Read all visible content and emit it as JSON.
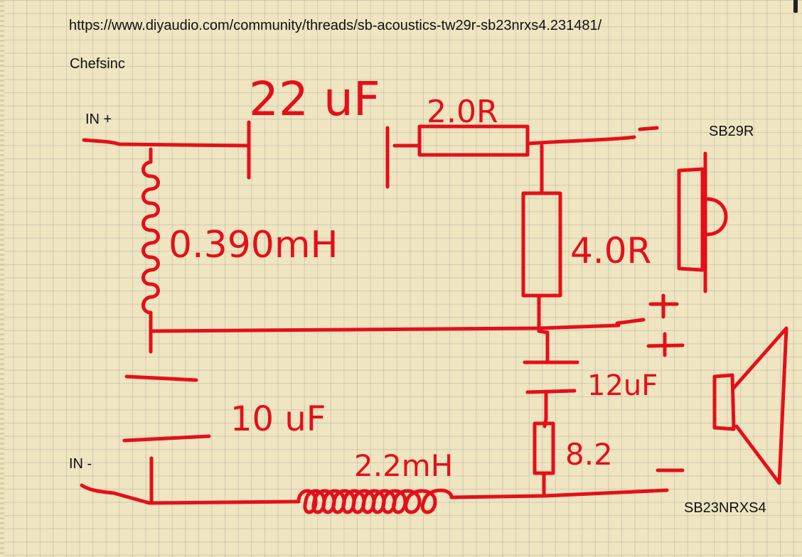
{
  "header": {
    "url": "https://www.diyaudio.com/community/threads/sb-acoustics-tw29r-sb23nrxs4.231481/",
    "author": "Chefsinc"
  },
  "terminals": {
    "in_plus": "IN +",
    "in_minus": "IN -"
  },
  "drivers": {
    "tweeter": "SB29R",
    "woofer": "SB23NRXS4"
  },
  "components": {
    "c_series_tweeter": "22 uF",
    "r_series_tweeter": "2.0R",
    "l_shunt_tweeter": "0.390mH",
    "r_shunt_tweeter": "4.0R",
    "c_zobel": "12uF",
    "r_zobel": "8.2",
    "c_shunt_woofer": "10 uF",
    "l_series_woofer": "2.2mH"
  },
  "polarity": {
    "plus": "+",
    "minus": "-"
  },
  "colors": {
    "ink": "#e40f1a",
    "paper": "#efe5c0",
    "grid": "#9a9a9a"
  }
}
